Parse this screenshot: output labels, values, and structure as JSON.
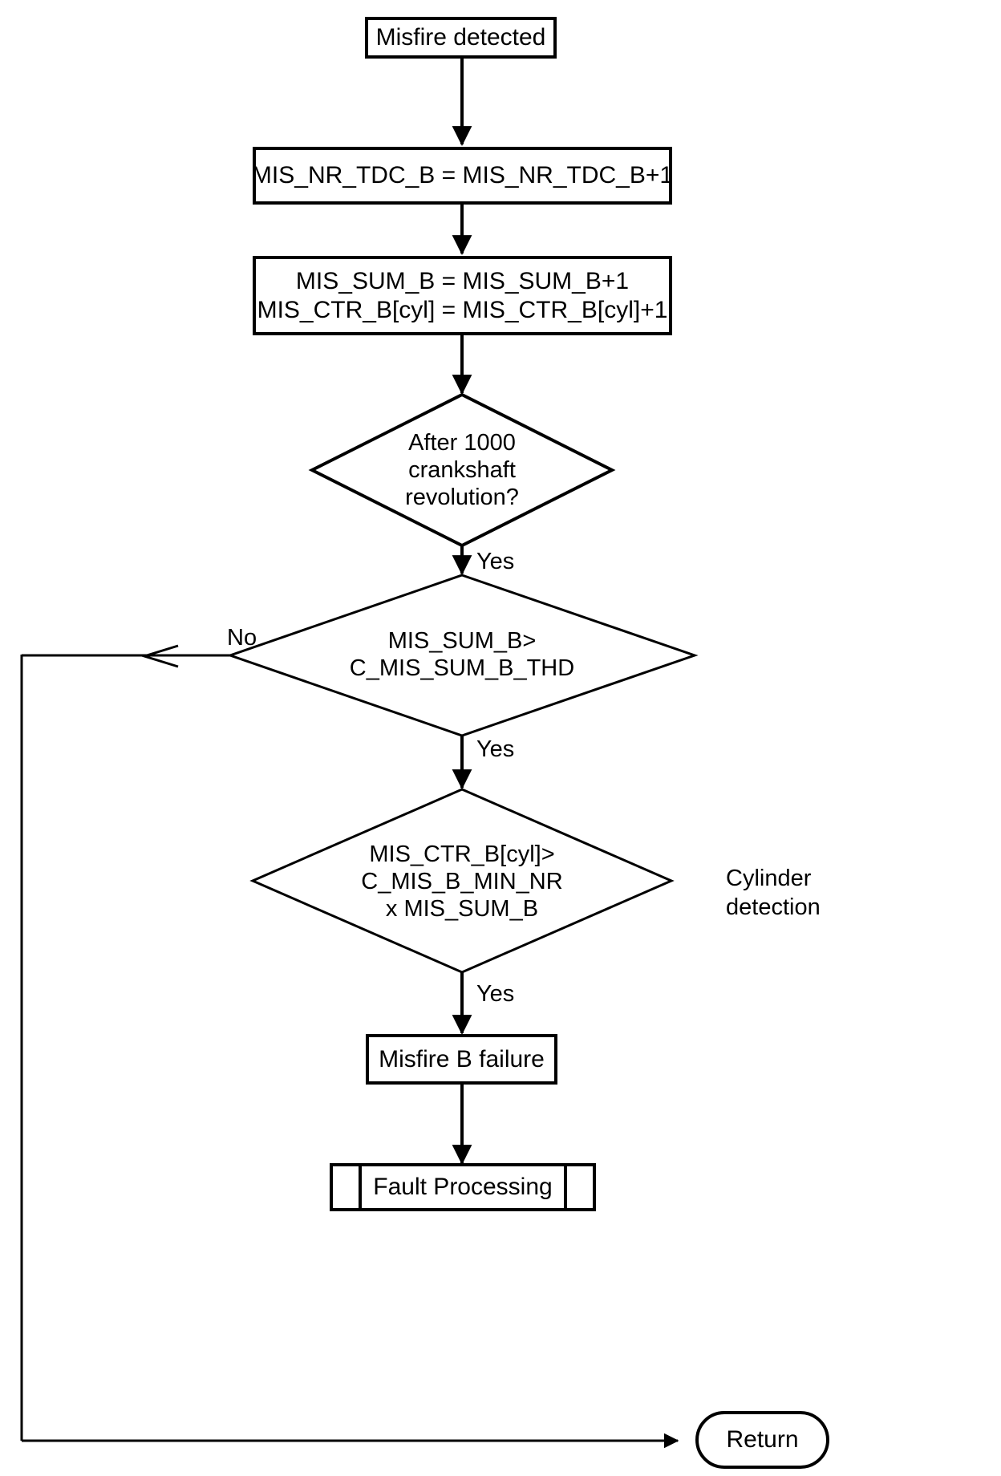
{
  "diagram": {
    "title": "Misfire B detection flowchart",
    "background_color": "#ffffff",
    "line_color": "#000000",
    "nodes": {
      "start": {
        "shape": "rectangle",
        "label": "Misfire detected"
      },
      "incr_tdc": {
        "shape": "rectangle",
        "label": "MIS_NR_TDC_B = MIS_NR_TDC_B+1"
      },
      "incr_sum_line1": {
        "shape": "rectangle",
        "label": "MIS_SUM_B = MIS_SUM_B+1"
      },
      "incr_sum_line2": {
        "shape": "rectangle",
        "label": "MIS_CTR_B[cyl] = MIS_CTR_B[cyl]+1"
      },
      "decision_rev_line1": {
        "shape": "diamond",
        "label": "After 1000"
      },
      "decision_rev_line2": {
        "shape": "diamond",
        "label": "crankshaft"
      },
      "decision_rev_line3": {
        "shape": "diamond",
        "label": "revolution?"
      },
      "decision_sum_line1": {
        "shape": "diamond",
        "label": "MIS_SUM_B>"
      },
      "decision_sum_line2": {
        "shape": "diamond",
        "label": "C_MIS_SUM_B_THD"
      },
      "decision_ctr_line1": {
        "shape": "diamond",
        "label": "MIS_CTR_B[cyl]>"
      },
      "decision_ctr_line2": {
        "shape": "diamond",
        "label": "C_MIS_B_MIN_NR"
      },
      "decision_ctr_line3": {
        "shape": "diamond",
        "label": "x MIS_SUM_B"
      },
      "failure": {
        "shape": "rectangle",
        "label": "Misfire B failure"
      },
      "fault_processing": {
        "shape": "predefined-process",
        "label": "Fault Processing"
      },
      "return": {
        "shape": "terminator",
        "label": "Return"
      }
    },
    "edge_labels": {
      "rev_yes": "Yes",
      "sum_no": "No",
      "sum_yes": "Yes",
      "ctr_yes": "Yes"
    },
    "annotations": {
      "cylinder_detection_line1": "Cylinder",
      "cylinder_detection_line2": "detection"
    }
  }
}
